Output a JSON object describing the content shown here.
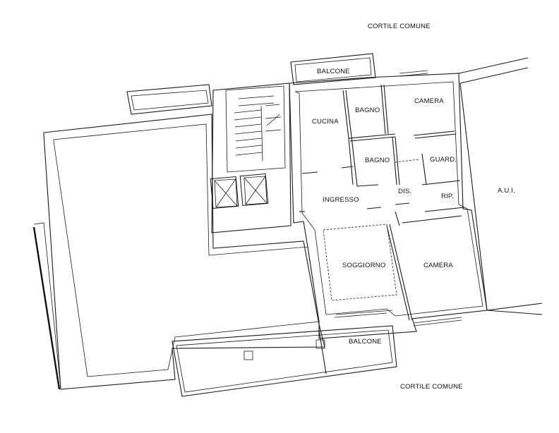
{
  "labels": {
    "cortile_top": "CORTILE COMUNE",
    "cortile_bottom": "CORTILE COMUNE",
    "balcone_top": "BALCONE",
    "balcone_bottom": "BALCONE",
    "camera_top": "CAMERA",
    "camera_bottom": "CAMERA",
    "bagno_1": "BAGNO",
    "bagno_2": "BAGNO",
    "cucina": "CUCINA",
    "guard": "GUARD.",
    "dis": "DIS.",
    "rip": "RIP.",
    "ingresso": "INGRESSO",
    "soggiorno": "SOGGIORNO",
    "aui": "A.U.I."
  }
}
